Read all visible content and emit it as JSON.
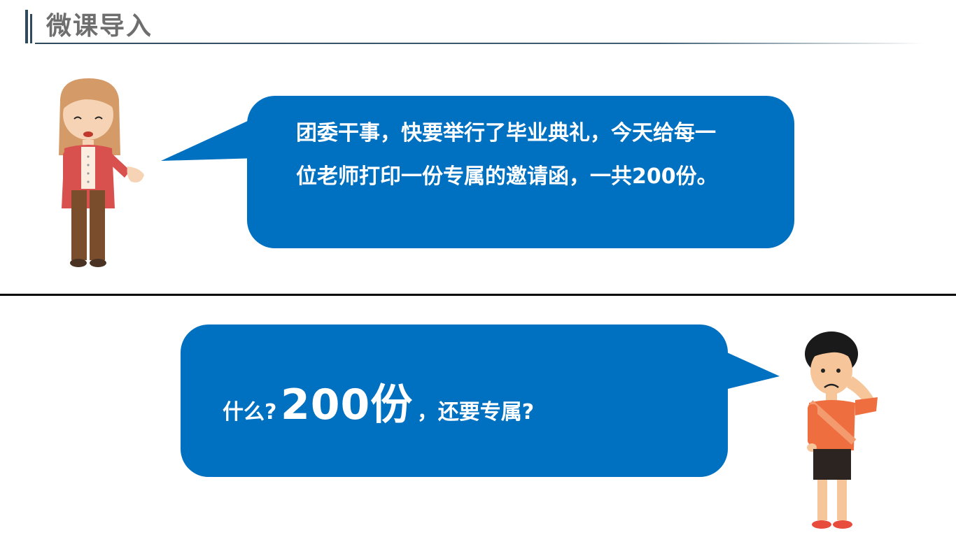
{
  "header": {
    "title": "微课导入"
  },
  "colors": {
    "bubble": "#0070c0",
    "title": "#6e6e6e",
    "rule": "#2f4a5c"
  },
  "bubble_top": {
    "text_line1": "团委干事，快要举行了毕业典礼，今天给每一",
    "text_line2": "位老师打印一份专属的邀请函，一共200份。"
  },
  "bubble_bottom": {
    "prefix": "什么?",
    "emphasis": "200份",
    "suffix": "，还要专属?"
  },
  "characters": {
    "teacher": "teacher-woman-icon",
    "student": "student-boy-icon"
  }
}
